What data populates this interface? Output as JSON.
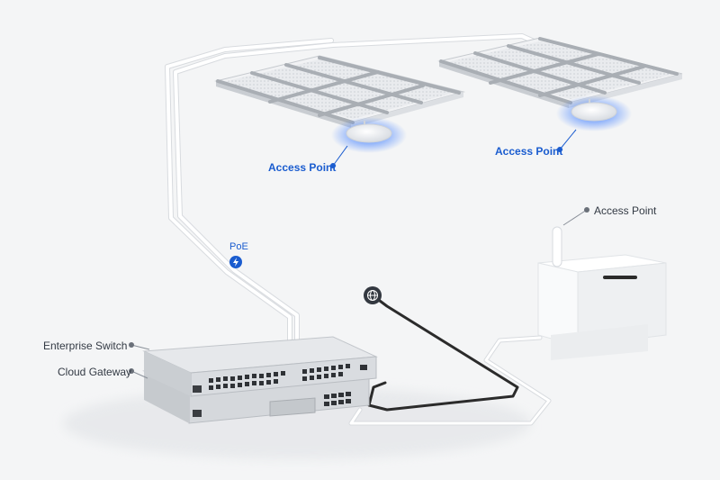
{
  "labels": {
    "ap_left": "Access Point",
    "ap_center": "Access Point",
    "ap_outdoor": "Access Point",
    "poe": "PoE",
    "switch": "Enterprise Switch",
    "gateway": "Cloud Gateway"
  },
  "icons": {
    "poe": "lightning-bolt-icon",
    "internet": "globe-icon"
  },
  "colors": {
    "background": "#f4f5f6",
    "accent_blue": "#1a5ccf",
    "ap_glow": "#3b7bff",
    "label_dark": "#333a44",
    "cable_light": "#ffffff",
    "cable_dark": "#2b2b2b"
  }
}
